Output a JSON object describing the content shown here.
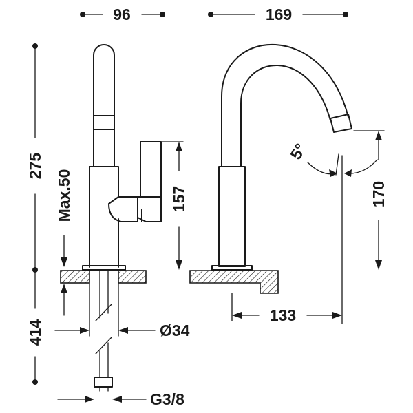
{
  "dimensions": {
    "width_top": "96",
    "depth_top": "169",
    "total_height": "275",
    "max_clearance": "Max.50",
    "body_height": "157",
    "spout_height": "170",
    "spout_angle": "5°",
    "spout_reach": "133",
    "hose_length": "414",
    "hole_diameter": "Ø34",
    "connection_thread": "G3/8"
  }
}
